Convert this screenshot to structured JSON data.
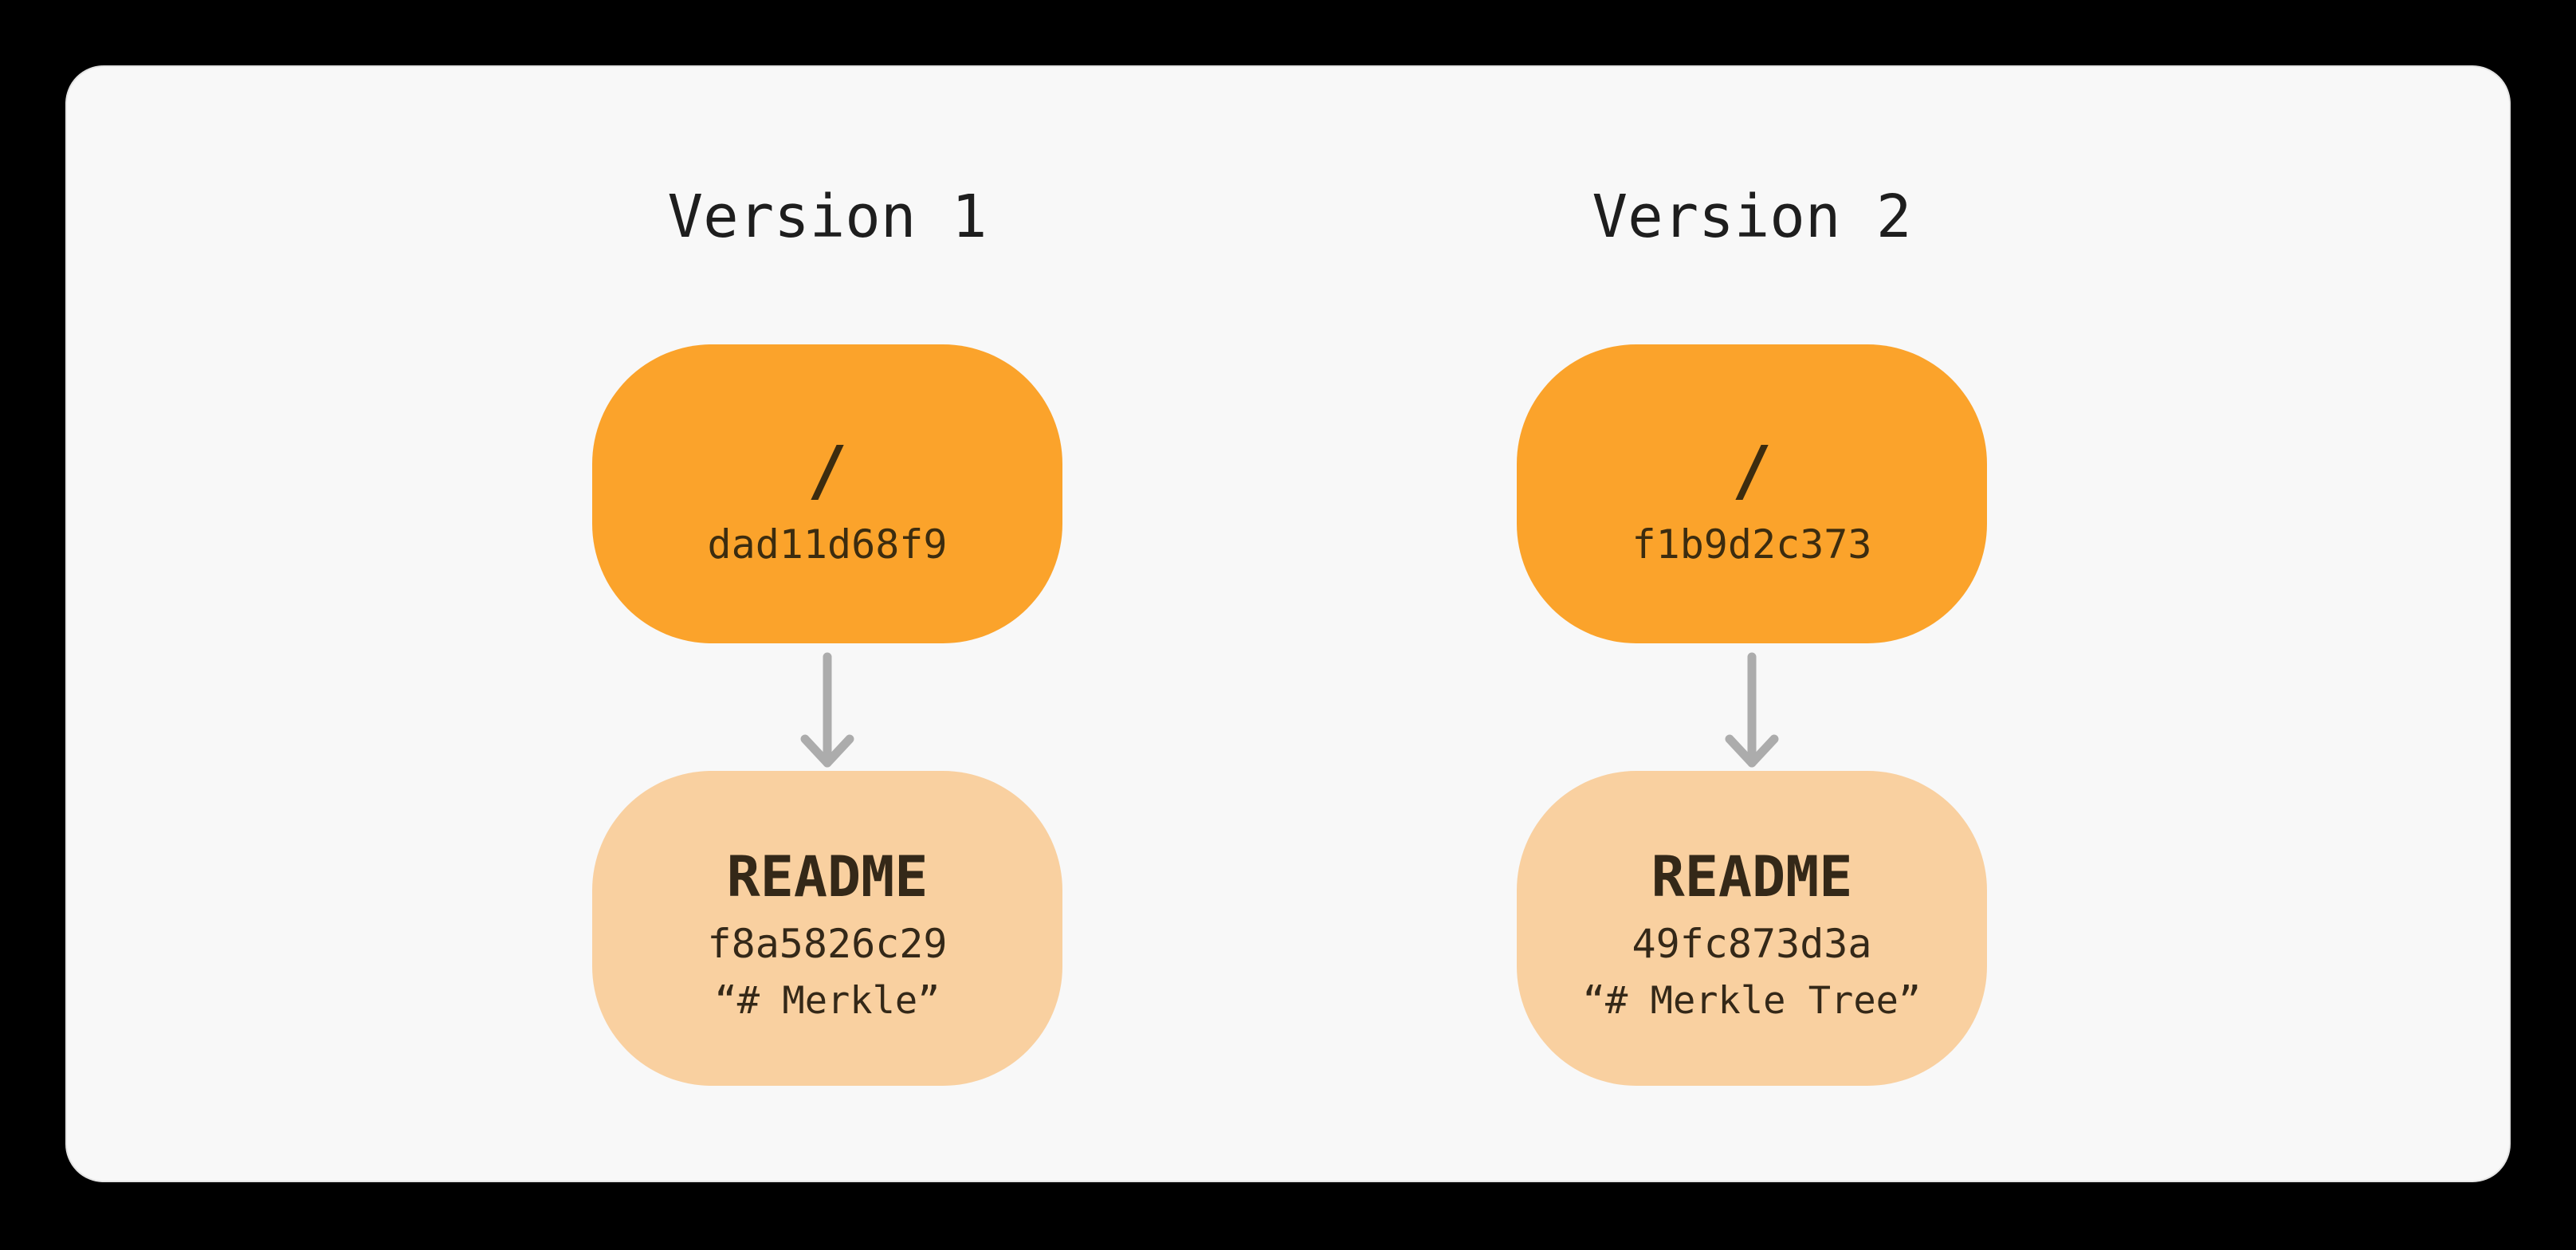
{
  "colors": {
    "bg": "#000000",
    "card_fill": "#F8F8F8",
    "card_edge": "#E4E4E4",
    "root_fill": "#FBA32B",
    "file_fill": "#F9D0A0",
    "root_text": "#3C2C0F",
    "file_text": "#342818",
    "heading_text": "#1E1E1E",
    "arrow": "#ACACAC"
  },
  "trees": [
    {
      "heading": "Version 1",
      "root": {
        "name": "/",
        "hash": "dad11d68f9"
      },
      "file": {
        "name": "README",
        "hash": "f8a5826c29",
        "content": "“# Merkle”"
      }
    },
    {
      "heading": "Version 2",
      "root": {
        "name": "/",
        "hash": "f1b9d2c373"
      },
      "file": {
        "name": "README",
        "hash": "49fc873d3a",
        "content": "“# Merkle Tree”"
      }
    }
  ]
}
